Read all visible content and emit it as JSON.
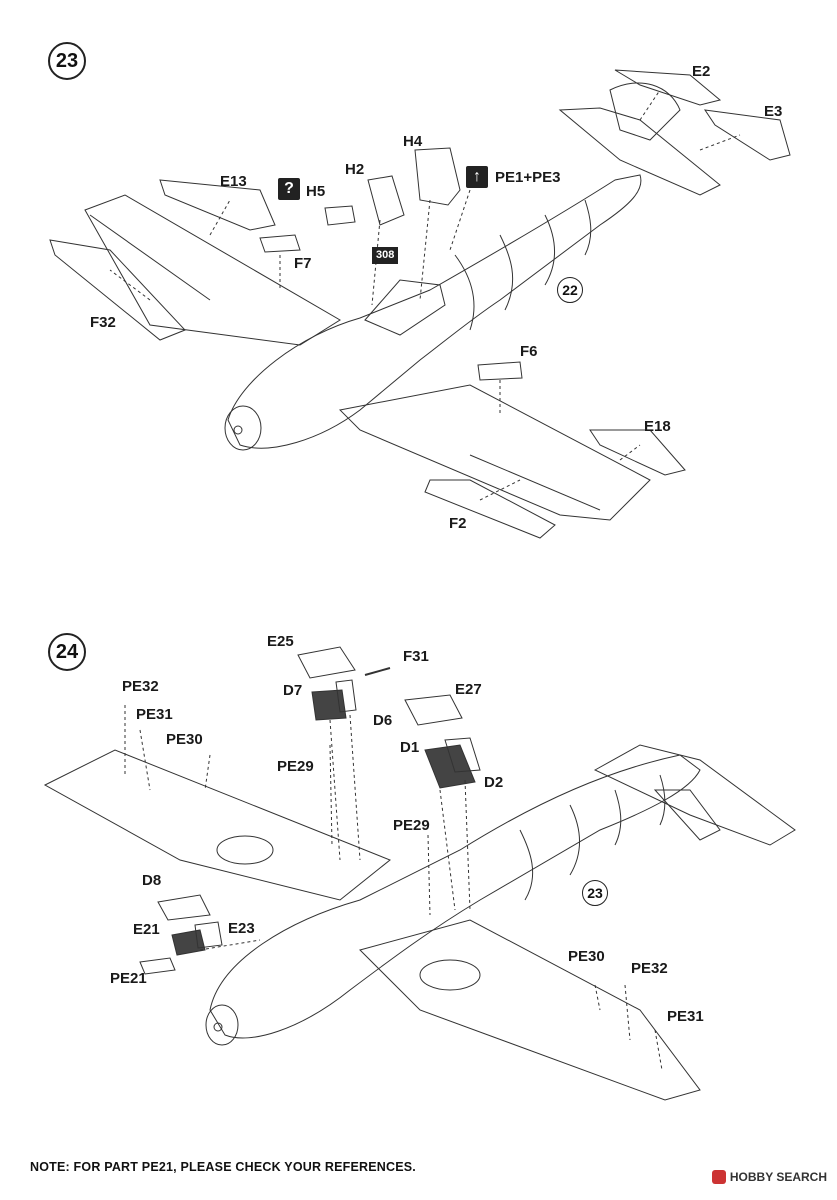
{
  "steps": [
    {
      "number": "23",
      "refs": [
        "22"
      ],
      "parts": [
        "E2",
        "E3",
        "H4",
        "H2",
        "H5",
        "PE1+PE3",
        "E13",
        "F7",
        "F32",
        "F6",
        "E18",
        "F2"
      ],
      "badges": {
        "question": "?",
        "arrow": "↑",
        "ref_box": "308"
      }
    },
    {
      "number": "24",
      "refs": [
        "23"
      ],
      "parts": [
        "E25",
        "F31",
        "D7",
        "D6",
        "E27",
        "PE32",
        "PE31",
        "PE30",
        "D1",
        "D2",
        "PE29",
        "PE29",
        "D8",
        "E21",
        "E23",
        "PE21",
        "PE30",
        "PE32",
        "PE31"
      ]
    }
  ],
  "note": "NOTE: FOR PART PE21, PLEASE CHECK YOUR REFERENCES.",
  "watermark": {
    "text": "HOBBY SEARCH",
    "accent": "#cc3333"
  }
}
